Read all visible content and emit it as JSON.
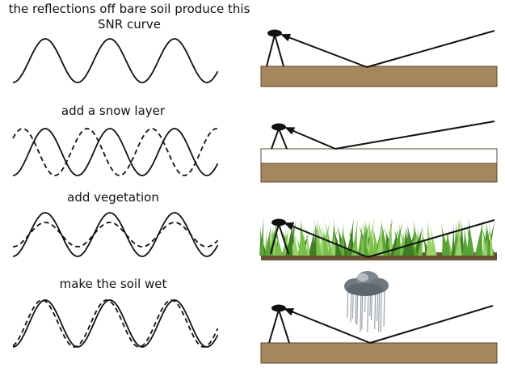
{
  "panels": [
    {
      "caption_line1": "the reflections off bare soil produce this",
      "caption_line2": "SNR curve",
      "condition": "bare-soil"
    },
    {
      "caption_line1": "add a snow layer",
      "condition": "snow",
      "curve_shift": "phase-shifted"
    },
    {
      "caption_line1": "add vegetation",
      "condition": "vegetation",
      "curve_shift": "amplitude-damped"
    },
    {
      "caption_line1": "make the soil wet",
      "condition": "wet-soil",
      "curve_shift": "slightly-shifted"
    }
  ],
  "colors": {
    "soil": "#a5875f",
    "soil_edge": "#5b452c",
    "snow": "#ffffff",
    "grass": "#79c04a",
    "grass_dark": "#3e7f22",
    "cloud": "#6f7882",
    "rain": "#9aa1a8",
    "ink": "#111111"
  },
  "icons": [
    "gps-antenna-icon",
    "storm-cloud-icon"
  ]
}
